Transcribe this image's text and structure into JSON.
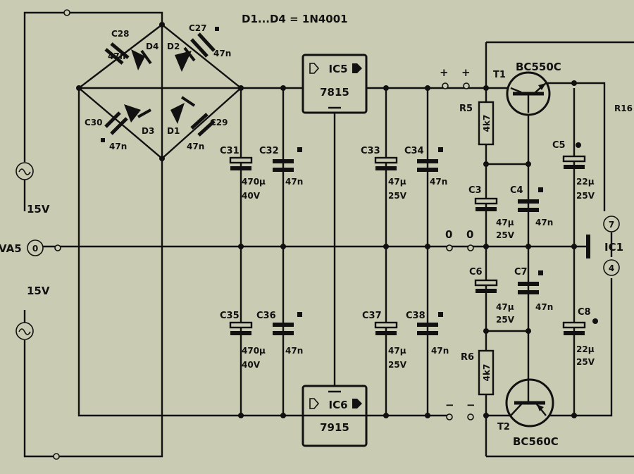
{
  "header": {
    "note": "D1...D4 = 1N4001"
  },
  "inputs": {
    "top_voltage": "15V",
    "bottom_voltage": "15V",
    "common_label": "VA5",
    "common_terminal": "0"
  },
  "bridge": {
    "diodes": [
      "D4",
      "D2",
      "D3",
      "D1"
    ],
    "caps": [
      {
        "ref": "C28",
        "value": "47n"
      },
      {
        "ref": "C27",
        "value": "47n"
      },
      {
        "ref": "C30",
        "value": "47n"
      },
      {
        "ref": "C29",
        "value": "47n"
      }
    ]
  },
  "filter_caps": {
    "c31": {
      "ref": "C31",
      "v1": "470µ",
      "v2": "40V"
    },
    "c32": {
      "ref": "C32",
      "v1": "47n"
    },
    "c35": {
      "ref": "C35",
      "v1": "470µ",
      "v2": "40V"
    },
    "c36": {
      "ref": "C36",
      "v1": "47n"
    },
    "c33": {
      "ref": "C33",
      "v1": "47µ",
      "v2": "25V"
    },
    "c34": {
      "ref": "C34",
      "v1": "47n"
    },
    "c37": {
      "ref": "C37",
      "v1": "47µ",
      "v2": "25V"
    },
    "c38": {
      "ref": "C38",
      "v1": "47n"
    }
  },
  "regulators": {
    "ic5": {
      "name": "IC5",
      "part": "7815"
    },
    "ic6": {
      "name": "IC6",
      "part": "7915"
    }
  },
  "rails": {
    "plus": "+",
    "minus": "−",
    "zero": "0"
  },
  "transistors": {
    "t1": {
      "ref": "T1",
      "part": "BC550C"
    },
    "t2": {
      "ref": "T2",
      "part": "BC560C"
    }
  },
  "resistors": {
    "r5": {
      "ref": "R5",
      "value": "4k7"
    },
    "r6": {
      "ref": "R6",
      "value": "4k7"
    },
    "r16": {
      "ref": "R16"
    }
  },
  "caps_right": {
    "c3": {
      "ref": "C3",
      "v1": "47µ",
      "v2": "25V"
    },
    "c4": {
      "ref": "C4",
      "v1": "47n"
    },
    "c5": {
      "ref": "C5",
      "v1": "22µ",
      "v2": "25V"
    },
    "c6": {
      "ref": "C6",
      "v1": "47µ",
      "v2": "25V"
    },
    "c7": {
      "ref": "C7",
      "v1": "47n"
    },
    "c8": {
      "ref": "C8",
      "v1": "22µ",
      "v2": "25V"
    }
  },
  "ic1": {
    "ref": "IC1",
    "pin_top": "7",
    "pin_bottom": "4"
  }
}
